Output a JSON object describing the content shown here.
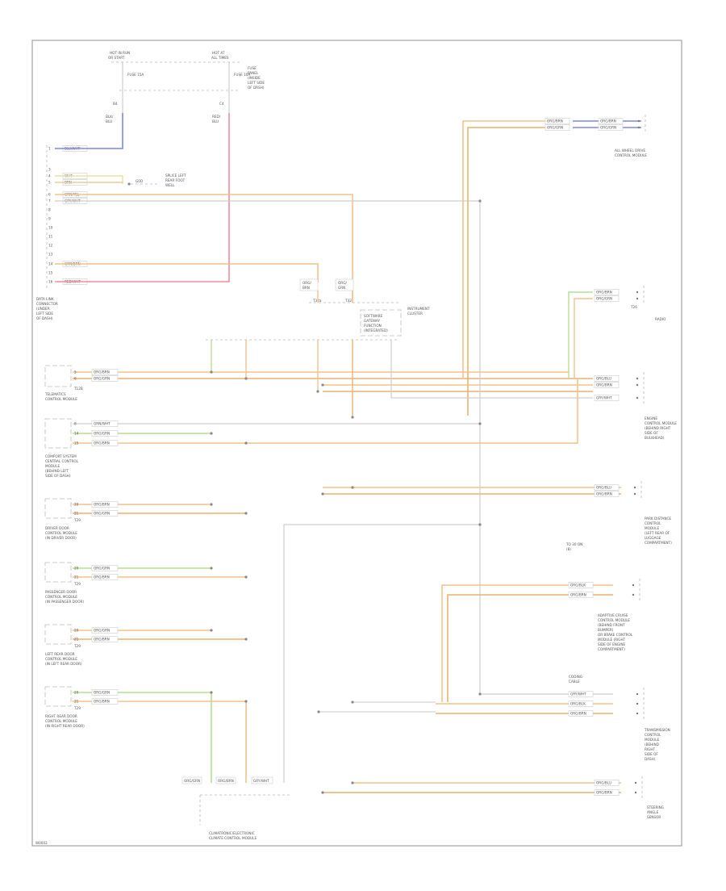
{
  "diagram": {
    "corner_label": "W0002",
    "top_fuses": {
      "left_header": [
        "HOT IN RUN",
        "OR START"
      ],
      "right_header": [
        "HOT AT",
        "ALL TIMES"
      ],
      "left_fuse": "FUSE 15A",
      "left_pin": "B4",
      "right_fuse": "FUSE 10A",
      "right_pin": "C4",
      "panel_note": [
        "FUSE",
        "PANEL",
        "(INSIDE",
        "LEFT SIDE",
        "OF DASH)"
      ],
      "left_wire": [
        "BLK/",
        "BLU"
      ],
      "right_wire": [
        "RED/",
        "BLU"
      ]
    },
    "gateway": {
      "label": [
        "DATA LINK",
        "CONNECTOR",
        "(UNDER",
        "LEFT SIDE",
        "OF DASH)"
      ],
      "pins": [
        "1",
        "3",
        "4",
        "5",
        "6",
        "7",
        "8",
        "9",
        "10",
        "11",
        "12",
        "13",
        "14",
        "15",
        "16"
      ],
      "wires": [
        "BLU/WHT",
        "WHT",
        "BRN",
        "GRN/YEL",
        "GRY/WHT",
        "GRN/BRN",
        "RED/WHT"
      ],
      "ground_label": [
        "SPLICE LEFT",
        "REAR FOOT",
        "WELL"
      ]
    },
    "instrument": {
      "label": [
        "INSTRUMENT",
        "CLUSTER"
      ],
      "sub_label": [
        "SOFTWARE",
        "GATEWAY",
        "FUNCTION",
        "(INTEGRATED)"
      ],
      "conn": [
        "T32a",
        "T32"
      ],
      "wires_upper": [
        "ORG/",
        "BRN",
        "ORG/",
        "GRN"
      ]
    },
    "lower_left_modules": [
      {
        "name": [
          "TELEMATICS",
          "CONTROL MODULE"
        ],
        "pins": [
          "5",
          "6"
        ],
        "conn": "T12B",
        "wires": [
          "ORG/BRN",
          "ORG/GRN"
        ]
      },
      {
        "name": [
          "COMFORT SYSTEM",
          "CENTRAL CONTROL",
          "MODULE",
          "(BEHIND LEFT",
          "SIDE OF DASH)"
        ],
        "pins": [
          "8",
          "14",
          "15"
        ],
        "conn": "",
        "wires": [
          "GRN/WHT",
          "ORG/GRN",
          "ORG/BRN"
        ]
      },
      {
        "name": [
          "DRIVER DOOR",
          "CONTROL MODULE",
          "(IN DRIVER DOOR)"
        ],
        "pins": [
          "20",
          "21"
        ],
        "conn": "T29",
        "wires": [
          "ORG/BRN",
          "ORG/GRN"
        ]
      },
      {
        "name": [
          "PASSENGER DOOR",
          "CONTROL MODULE",
          "(IN PASSENGER DOOR)"
        ],
        "pins": [
          "20",
          "21"
        ],
        "conn": "T29",
        "wires": [
          "ORG/GRN",
          "ORG/BRN"
        ]
      },
      {
        "name": [
          "LEFT REAR DOOR",
          "CONTROL MODULE",
          "(IN LEFT REAR DOOR)"
        ],
        "pins": [
          "20",
          "21"
        ],
        "conn": "T29",
        "wires": [
          "ORG/GRN",
          "ORG/BRN"
        ]
      },
      {
        "name": [
          "RIGHT REAR DOOR",
          "CONTROL MODULE",
          "(IN RIGHT REAR DOOR)"
        ],
        "pins": [
          "20",
          "21"
        ],
        "conn": "T29",
        "wires": [
          "ORG/GRN",
          "ORG/BRN"
        ]
      }
    ],
    "right_modules": [
      {
        "name": [
          "ALL WHEEL DRIVE",
          "CONTROL MODULE"
        ],
        "wires": [
          "ORG/BRN",
          "ORG/GRN"
        ]
      },
      {
        "name": [
          "RADIO"
        ],
        "wires": [
          "ORG/BRN",
          "ORG/GRN"
        ],
        "conn": "T26"
      },
      {
        "name": [
          "ENGINE",
          "CONTROL MODULE",
          "(BEHIND RIGHT",
          "SIDE OF",
          "BULKHEAD)"
        ],
        "wires": [
          "ORG/BLU",
          "ORG/BRN",
          "GRY/WHT"
        ]
      },
      {
        "name": [
          "PARK DISTANCE",
          "CONTROL",
          "MODULE",
          "(LEFT REAR OF",
          "LUGGAGE",
          "COMPARTMENT)"
        ],
        "wires": [
          "ORG/BLU",
          "ORG/BRN"
        ],
        "conn_note": [
          "TO 30 ON",
          "(8)"
        ]
      },
      {
        "name": [
          "ADAPTIVE CRUISE",
          "CONTROL MODULE",
          "(BEHIND FRONT",
          "BUMPER)",
          "OR BRAKE CONTROL",
          "MODULE (RIGHT",
          "SIDE OF ENGINE",
          "COMPARTMENT)"
        ],
        "wires": [
          "ORG/BLK",
          "ORG/BRN"
        ]
      },
      {
        "name": [
          "TRANSMISSION",
          "CONTROL",
          "MODULE",
          "(BEHIND",
          "RIGHT",
          "SIDE OF",
          "DASH)"
        ],
        "wires": [
          "GRY/WHT",
          "ORG/BLK",
          "ORG/BRN"
        ],
        "header": [
          "CODING",
          "CABLE"
        ]
      },
      {
        "name": [
          "STEERING",
          "ANGLE",
          "SENSOR"
        ],
        "wires": [
          "ORG/BLU",
          "ORG/BRN"
        ]
      }
    ],
    "bottom_module": {
      "name": [
        "CLIMATRONIC/ELECTRONIC",
        "CLIMATE CONTROL MODULE"
      ],
      "wires": [
        "ORG/GRN",
        "ORG/BRN",
        "GRY/WHT"
      ]
    }
  },
  "colors": {
    "orange": "#f3c28a",
    "orange_dark": "#eeb070",
    "green": "#b9de8e",
    "blue": "#7f86ea",
    "red": "#ef8d9a",
    "gray": "#c9c9c9",
    "line": "#9a9a9a"
  }
}
